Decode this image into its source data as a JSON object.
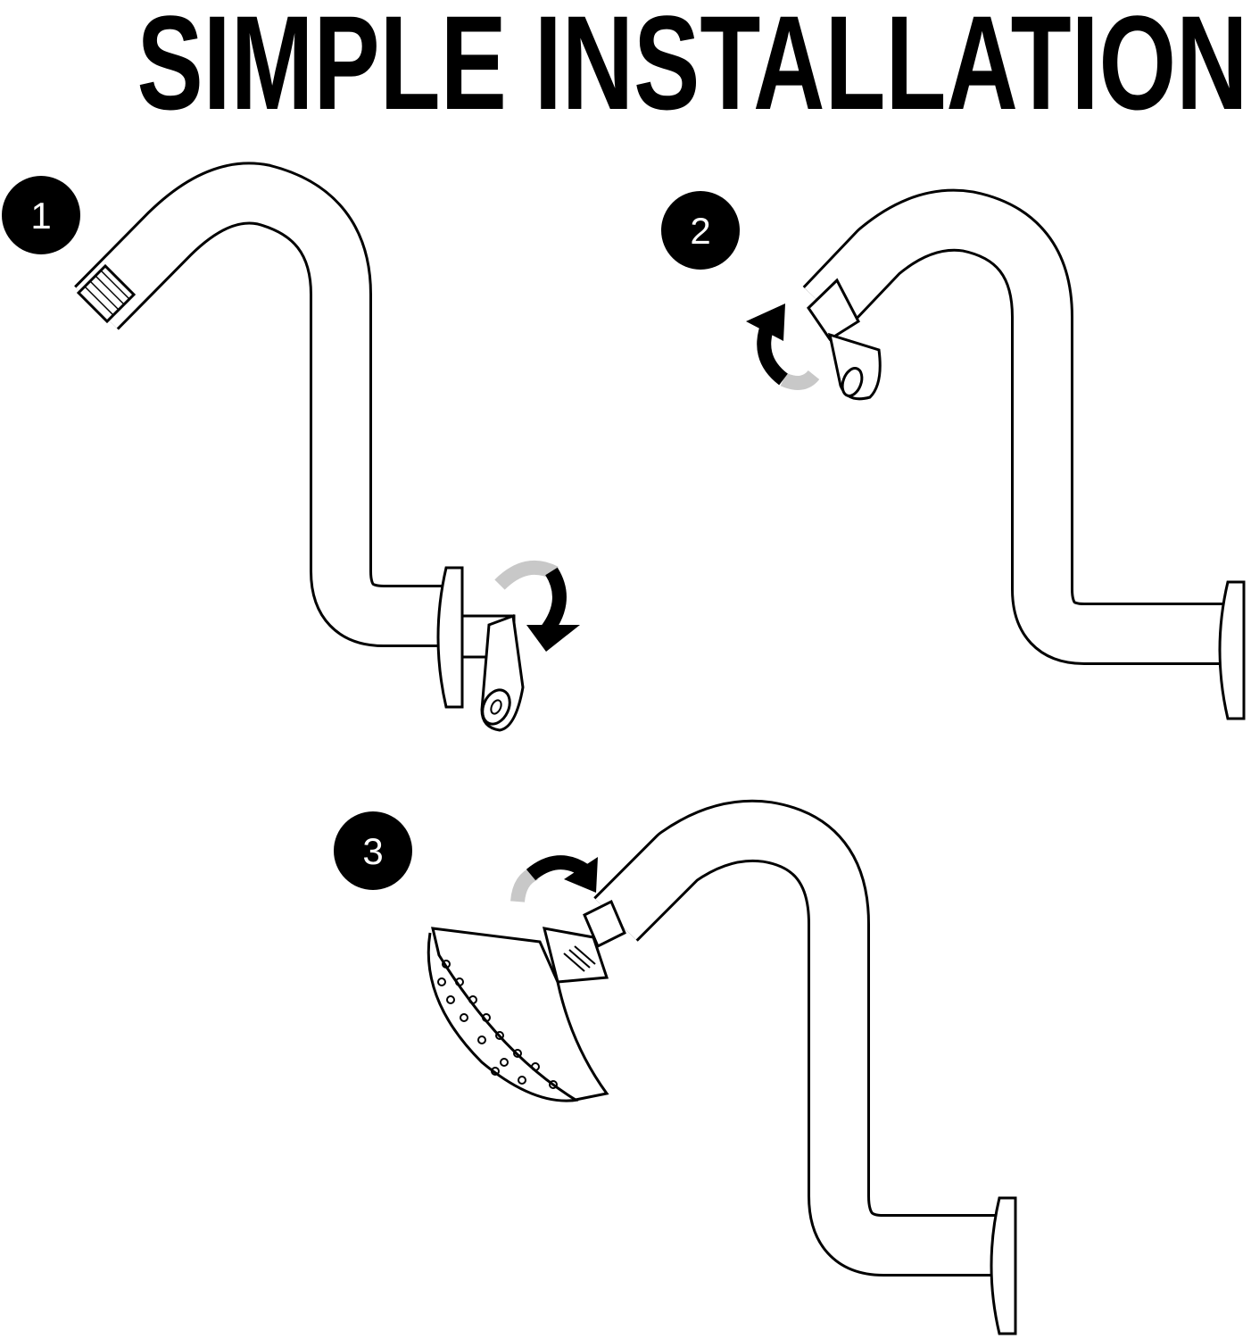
{
  "title": "SIMPLE INSTALLATION",
  "steps": [
    {
      "number": "1"
    },
    {
      "number": "2"
    },
    {
      "number": "3"
    }
  ],
  "colors": {
    "ink": "#000000",
    "arrow_trail": "#c8c8c8",
    "background": "#ffffff"
  },
  "icons": [
    "shower-arm",
    "wall-flange",
    "plumber-tape",
    "rotate-arrow",
    "shower-head"
  ]
}
